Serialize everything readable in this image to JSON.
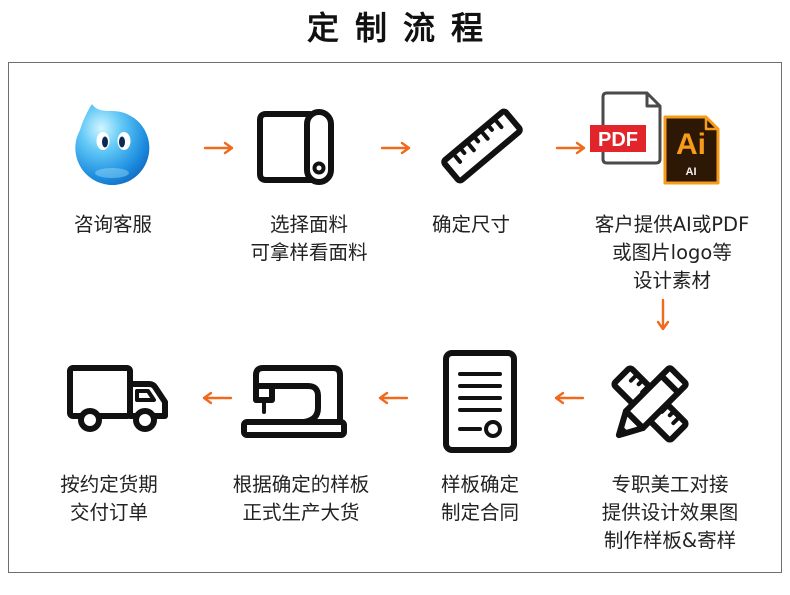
{
  "title": "定制流程",
  "colors": {
    "arrow": "#ef6a1e",
    "text": "#222222",
    "icon_stroke": "#111111",
    "border": "#6f6f6f",
    "pdf_red": "#e2252b",
    "ai_orange": "#f79b1b",
    "ai_background": "#2d1805",
    "qq_blue": "#1e8fe0"
  },
  "steps": [
    {
      "icon": "qq-chat-icon",
      "lines": [
        "咨询客服"
      ]
    },
    {
      "icon": "fabric-roll-icon",
      "lines": [
        "选择面料",
        "可拿样看面料"
      ]
    },
    {
      "icon": "ruler-icon",
      "lines": [
        "确定尺寸"
      ]
    },
    {
      "icon": "pdf-ai-file-icon",
      "lines": [
        "客户提供AI或PDF",
        "或图片logo等",
        "设计素材"
      ],
      "badges": {
        "pdf": "PDF",
        "ai_large": "Ai",
        "ai_small": "AI"
      }
    },
    {
      "icon": "pencil-ruler-icon",
      "lines": [
        "专职美工对接",
        "提供设计效果图",
        "制作样板&寄样"
      ]
    },
    {
      "icon": "contract-icon",
      "lines": [
        "样板确定",
        "制定合同"
      ]
    },
    {
      "icon": "sewing-machine-icon",
      "lines": [
        "根据确定的样板",
        "正式生产大货"
      ]
    },
    {
      "icon": "delivery-truck-icon",
      "lines": [
        "按约定货期",
        "交付订单"
      ]
    }
  ],
  "connectors": [
    "arrow-right-icon",
    "arrow-right-icon",
    "arrow-right-icon",
    "arrow-down-icon",
    "arrow-left-icon",
    "arrow-left-icon",
    "arrow-left-icon"
  ]
}
